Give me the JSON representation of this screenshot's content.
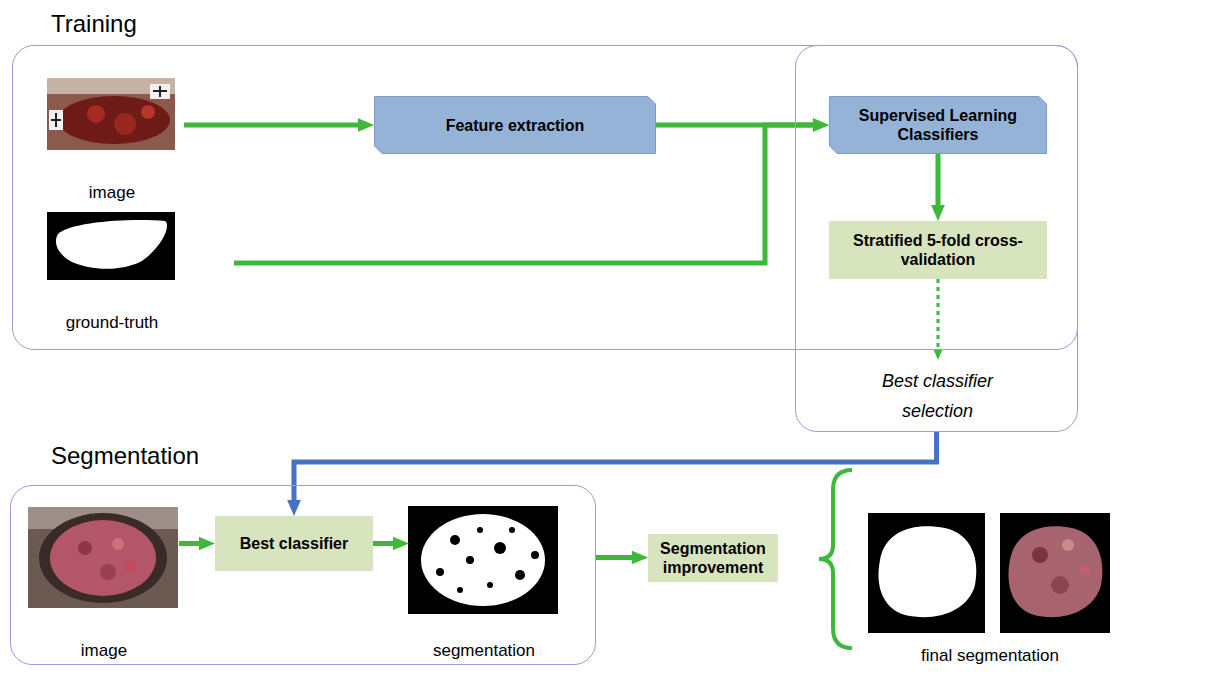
{
  "diagram": {
    "nodes": [
      {
        "text": [
          "Training"
        ]
      },
      {
        "text": [
          "image"
        ],
        "in": 0
      },
      {
        "text": [
          "ground-truth"
        ],
        "in": 0
      },
      {
        "text": [
          "Feature extraction"
        ],
        "in": 0
      },
      {
        "text": [
          "Best classifier selection"
        ]
      },
      {
        "text": [
          "Supervised Learning Classifiers"
        ],
        "in": 4
      },
      {
        "text": [
          "Stratified 5-fold cross-validation"
        ],
        "in": 4
      },
      {
        "text": [
          "Segmentation"
        ]
      },
      {
        "text": [
          "image"
        ],
        "in": 7
      },
      {
        "text": [
          "Best classifier"
        ],
        "in": 7
      },
      {
        "text": [
          "segmentation"
        ],
        "in": 7
      },
      {
        "text": [
          "Segmentation improvement"
        ]
      }
    ],
    "edges": [
      {
        "from": 1,
        "to": 3,
        "arrow": "to"
      },
      {
        "from": 3,
        "to": 5,
        "arrow": "to"
      },
      {
        "from": 2,
        "to": 5,
        "arrow": "to"
      },
      {
        "from": 5,
        "to": 6,
        "arrow": "to"
      },
      {
        "from": 6,
        "to": 4,
        "arrow": "to"
      },
      {
        "from": 4,
        "to": 9,
        "arrow": "to"
      },
      {
        "from": 8,
        "to": 9,
        "arrow": "to"
      },
      {
        "from": 9,
        "to": 10,
        "arrow": "to"
      },
      {
        "from": 7,
        "to": 11,
        "arrow": "to"
      }
    ],
    "labels": [
      "final segmentation"
    ]
  }
}
